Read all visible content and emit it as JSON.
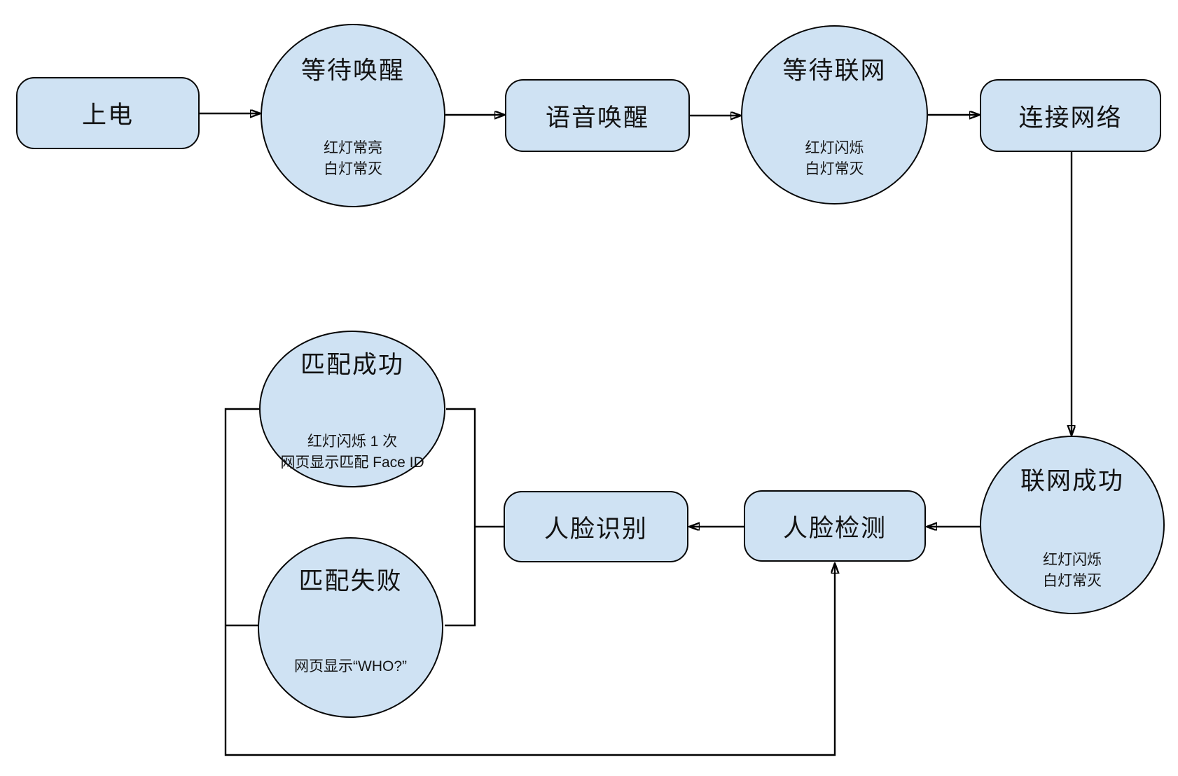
{
  "diagram": {
    "background_color": "#ffffff",
    "node_fill_color": "#cfe2f3",
    "node_border_color": "#000000",
    "connector_color": "#000000",
    "nodes": {
      "power_on": {
        "shape": "rounded-rect",
        "label": "上电"
      },
      "wait_wake": {
        "shape": "ellipse",
        "label": "等待唤醒",
        "sublabel": "红灯常亮\n白灯常灭"
      },
      "voice_wake": {
        "shape": "rounded-rect",
        "label": "语音唤醒"
      },
      "wait_network": {
        "shape": "ellipse",
        "label": "等待联网",
        "sublabel": "红灯闪烁\n白灯常灭"
      },
      "connect_network": {
        "shape": "rounded-rect",
        "label": "连接网络"
      },
      "network_success": {
        "shape": "ellipse",
        "label": "联网成功",
        "sublabel": "红灯闪烁\n白灯常灭"
      },
      "face_detect": {
        "shape": "rounded-rect",
        "label": "人脸检测"
      },
      "face_recognize": {
        "shape": "rounded-rect",
        "label": "人脸识别"
      },
      "match_success": {
        "shape": "ellipse",
        "label": "匹配成功",
        "sublabel": "红灯闪烁 1 次\n网页显示匹配 Face ID"
      },
      "match_fail": {
        "shape": "ellipse",
        "label": "匹配失败",
        "sublabel": "网页显示“WHO?”"
      }
    },
    "edges": [
      {
        "from": "power_on",
        "to": "wait_wake",
        "arrow": true
      },
      {
        "from": "wait_wake",
        "to": "voice_wake",
        "arrow": true
      },
      {
        "from": "voice_wake",
        "to": "wait_network",
        "arrow": true
      },
      {
        "from": "wait_network",
        "to": "connect_network",
        "arrow": true
      },
      {
        "from": "connect_network",
        "to": "network_success",
        "arrow": true
      },
      {
        "from": "network_success",
        "to": "face_detect",
        "arrow": true
      },
      {
        "from": "face_detect",
        "to": "face_recognize",
        "arrow": true
      },
      {
        "from": "face_recognize",
        "to": "match_success",
        "arrow": false
      },
      {
        "from": "face_recognize",
        "to": "match_fail",
        "arrow": false
      },
      {
        "from": "match_success",
        "to": "face_detect",
        "arrow": true
      },
      {
        "from": "match_fail",
        "to": "face_detect",
        "arrow": true
      }
    ]
  }
}
